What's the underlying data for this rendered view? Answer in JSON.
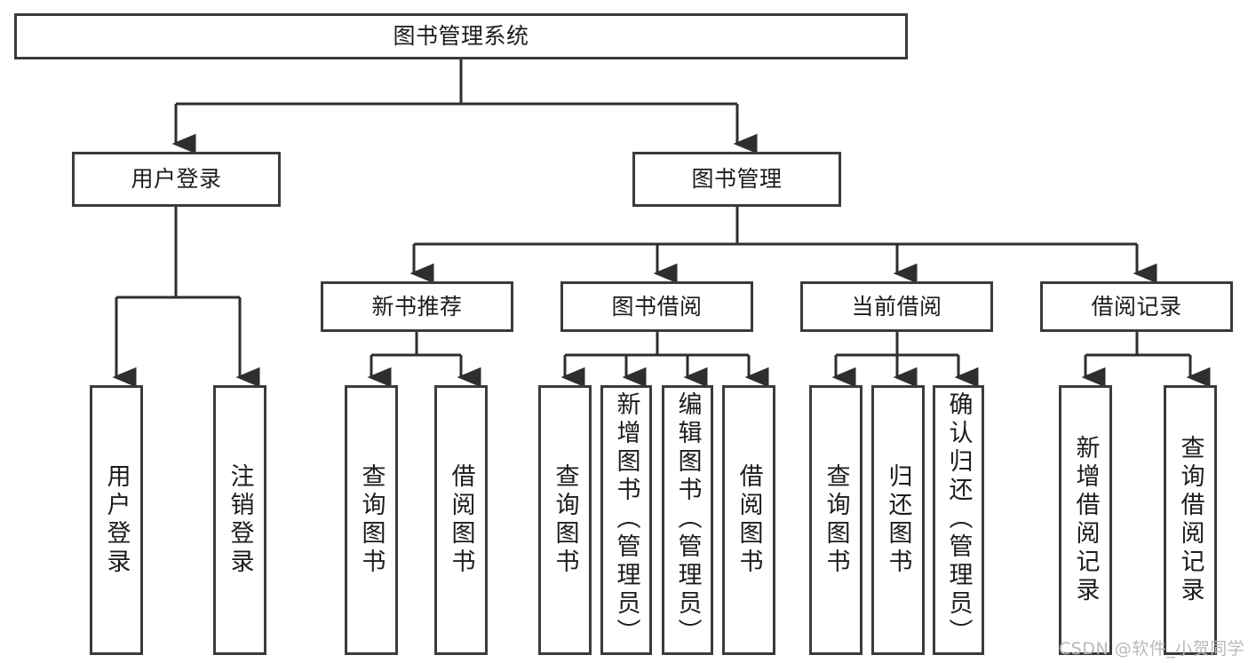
{
  "diagram": {
    "title": "图书管理系统",
    "type": "function-structure-tree",
    "stroke_color": "#3b3b3b",
    "fill_color": "#ffffff",
    "text_color": "#1c1c1c",
    "watermark": "CSDN @软件_小贺同学",
    "watermark_color": "#b9b9b9",
    "levels": {
      "root": {
        "label": "图书管理系统"
      },
      "level2": [
        {
          "label": "用户登录"
        },
        {
          "label": "图书管理"
        }
      ],
      "level3": [
        {
          "label": "新书推荐"
        },
        {
          "label": "图书借阅"
        },
        {
          "label": "当前借阅"
        },
        {
          "label": "借阅记录"
        }
      ],
      "leaves": {
        "user_login": [
          {
            "label": "用户登录"
          },
          {
            "label": "注销登录"
          }
        ],
        "new_book_recommend": [
          {
            "label": "查询图书"
          },
          {
            "label": "借阅图书"
          }
        ],
        "book_borrow": [
          {
            "label": "查询图书"
          },
          {
            "label": "新增图书（管理员）"
          },
          {
            "label": "编辑图书（管理员）"
          },
          {
            "label": "借阅图书"
          }
        ],
        "current_borrow": [
          {
            "label": "查询图书"
          },
          {
            "label": "归还图书"
          },
          {
            "label": "确认归还（管理员）"
          }
        ],
        "borrow_record": [
          {
            "label": "新增借阅记录"
          },
          {
            "label": "查询借阅记录"
          }
        ]
      }
    }
  }
}
